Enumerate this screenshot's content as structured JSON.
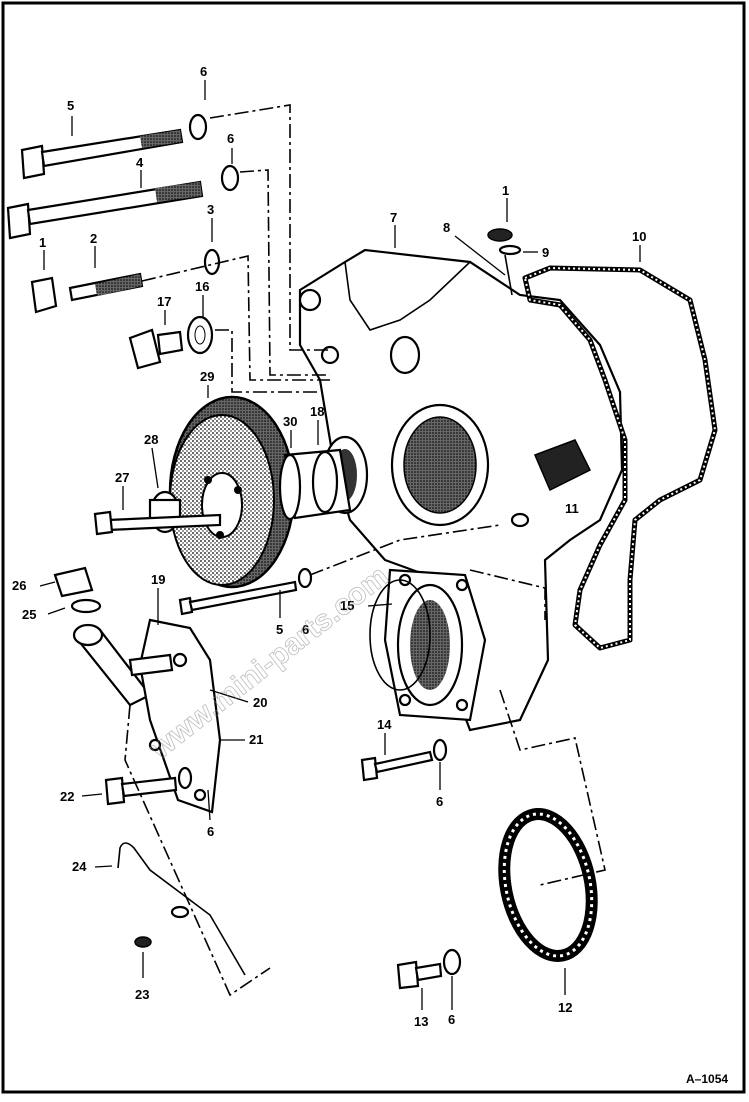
{
  "figure_id": "A–1054",
  "watermark": "www.mini-parts.com",
  "callouts": [
    {
      "id": "c-5a",
      "label": "5"
    },
    {
      "id": "c-6a",
      "label": "6"
    },
    {
      "id": "c-6b",
      "label": "6"
    },
    {
      "id": "c-4",
      "label": "4"
    },
    {
      "id": "c-3",
      "label": "3"
    },
    {
      "id": "c-1a",
      "label": "1"
    },
    {
      "id": "c-2",
      "label": "2"
    },
    {
      "id": "c-17",
      "label": "17"
    },
    {
      "id": "c-16",
      "label": "16"
    },
    {
      "id": "c-7",
      "label": "7"
    },
    {
      "id": "c-1b",
      "label": "1"
    },
    {
      "id": "c-8",
      "label": "8"
    },
    {
      "id": "c-9",
      "label": "9"
    },
    {
      "id": "c-10",
      "label": "10"
    },
    {
      "id": "c-29",
      "label": "29"
    },
    {
      "id": "c-30",
      "label": "30"
    },
    {
      "id": "c-18",
      "label": "18"
    },
    {
      "id": "c-28",
      "label": "28"
    },
    {
      "id": "c-27",
      "label": "27"
    },
    {
      "id": "c-11",
      "label": "11"
    },
    {
      "id": "c-26",
      "label": "26"
    },
    {
      "id": "c-19",
      "label": "19"
    },
    {
      "id": "c-25",
      "label": "25"
    },
    {
      "id": "c-5b",
      "label": "5"
    },
    {
      "id": "c-6c",
      "label": "6"
    },
    {
      "id": "c-15",
      "label": "15"
    },
    {
      "id": "c-20",
      "label": "20"
    },
    {
      "id": "c-21",
      "label": "21"
    },
    {
      "id": "c-14",
      "label": "14"
    },
    {
      "id": "c-22",
      "label": "22"
    },
    {
      "id": "c-6d",
      "label": "6"
    },
    {
      "id": "c-6e",
      "label": "6"
    },
    {
      "id": "c-24",
      "label": "24"
    },
    {
      "id": "c-23",
      "label": "23"
    },
    {
      "id": "c-13",
      "label": "13"
    },
    {
      "id": "c-6f",
      "label": "6"
    },
    {
      "id": "c-12",
      "label": "12"
    }
  ]
}
